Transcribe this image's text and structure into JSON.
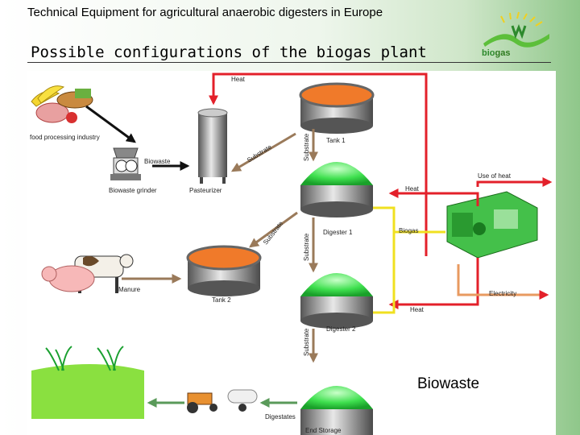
{
  "header": {
    "title": "Technical Equipment for agricultural anaerobic digesters in Europe",
    "subtitle": "Possible configurations of the biogas plant"
  },
  "logo": {
    "part1": "bio",
    "part2": "gas"
  },
  "labels": {
    "heat_top": "Heat",
    "food_industry": "food processing industry",
    "biowaste_bin": "Biowaste",
    "biowaste_grinder": "Biowaste grinder",
    "pasteurizer": "Pasteurizer",
    "substrate_diag1": "Substrate",
    "substrate_vert1": "Substrate",
    "tank1": "Tank 1",
    "use_of_heat": "Use of heat",
    "heat_mid": "Heat",
    "digester1": "Digester 1",
    "biogas": "Biogas",
    "substrate_diag2": "Substrate",
    "substrate_vert2": "Substrate",
    "manure": "Manure",
    "tank2": "Tank 2",
    "electricity": "Electricity",
    "heat_low": "Heat",
    "digester2": "Digester 2",
    "substrate_vert3": "Substrate",
    "digestates": "Digestates",
    "end_storage": "End Storage"
  },
  "callout": "Biowaste",
  "colors": {
    "arrow_red": "#e3202a",
    "arrow_brown": "#9a7a5a",
    "arrow_yellow": "#f0e020",
    "tank_green": "#3fe04f",
    "tank_orange": "#f07a2a"
  }
}
